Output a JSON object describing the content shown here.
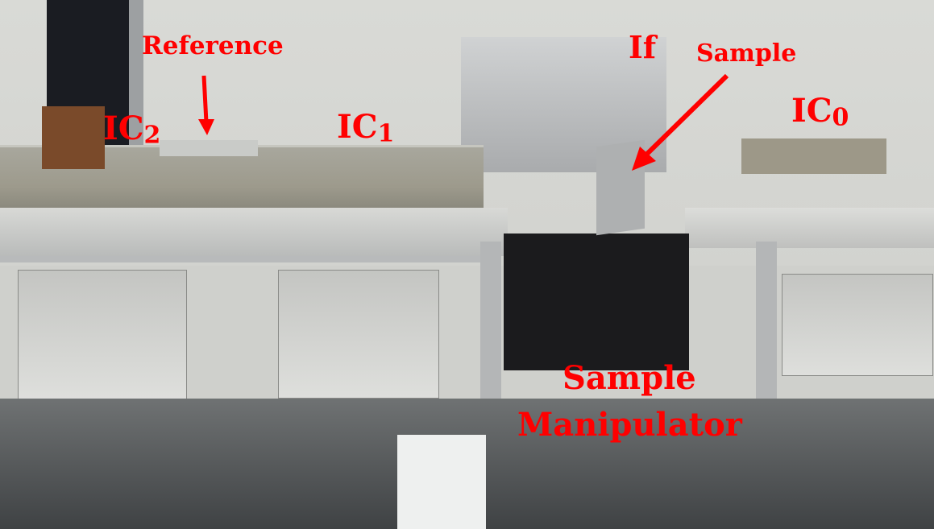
{
  "image": {
    "description": "Photograph of an X-ray absorption spectroscopy beamline setup with ionization chambers, fluorescence detector, and sample manipulator",
    "annotation_color": "#ff0000"
  },
  "labels": {
    "reference": "Reference",
    "ic2": {
      "main": "IC",
      "sub": "2"
    },
    "ic1": {
      "main": "IC",
      "sub": "1"
    },
    "if": "If",
    "sample": "Sample",
    "ic0": {
      "main": "IC",
      "sub": "0"
    },
    "sample_manipulator_line1": "Sample",
    "sample_manipulator_line2": "Manipulator"
  }
}
